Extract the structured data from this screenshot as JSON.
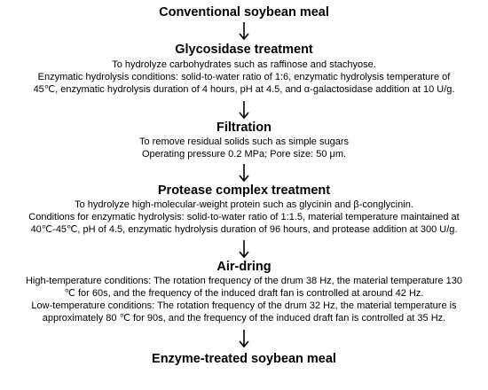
{
  "start": "Conventional soybean meal",
  "steps": [
    {
      "title": "Glycosidase treatment",
      "lines": [
        "To hydrolyze carbohydrates such as raffinose and stachyose.",
        "Enzymatic hydrolysis conditions: solid-to-water ratio of 1:6, enzymatic hydrolysis temperature of",
        "45℃, enzymatic hydrolysis duration of 4 hours, pH at 4.5, and α-galactosidase addition at 10 U/g."
      ]
    },
    {
      "title": "Filtration",
      "lines": [
        "To remove residual solids such as simple sugars",
        "Operating pressure 0.2 MPa; Pore size: 50 μm."
      ]
    },
    {
      "title": "Protease complex treatment",
      "lines": [
        "To hydrolyze high-molecular-weight protein such as glycinin and β-conglycinin.",
        "Conditions for enzymatic hydrolysis: solid-to-water ratio of 1:1.5, material temperature maintained at",
        "40℃-45℃, pH of 4.5, enzymatic hydrolysis duration of 96 hours, and protease addition at 300 U/g."
      ]
    },
    {
      "title": "Air-dring",
      "lines": [
        "High-temperature conditions: The rotation frequency of the drum 38 Hz, the material temperature 130",
        "℃ for 60s, and the frequency of the induced draft fan is controlled at around 42 Hz.",
        "Low-temperature conditions: The rotation frequency of the drum 32 Hz, the material temperature is",
        "approximately 80 ℃ for 90s, and the frequency of the induced draft fan is controlled at 35 Hz."
      ]
    }
  ],
  "end": "Enzyme-treated soybean meal"
}
